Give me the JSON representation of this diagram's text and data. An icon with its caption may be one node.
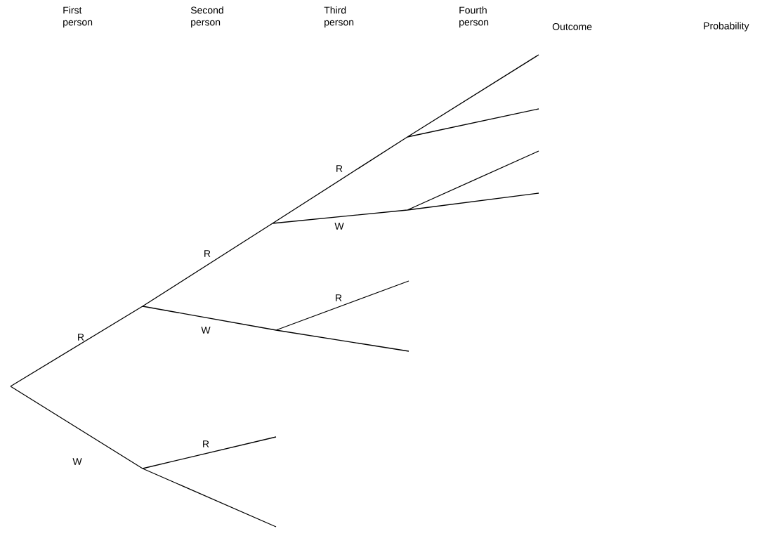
{
  "diagram": {
    "labels": [
      "First person",
      "Second person",
      "Third person",
      "Fourth person",
      "Outcome",
      "Probability",
      "R",
      "W",
      "R",
      "R",
      "W",
      "R",
      "R",
      "W"
    ]
  }
}
